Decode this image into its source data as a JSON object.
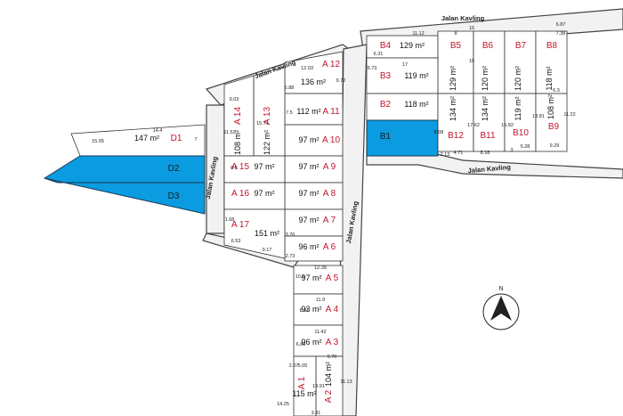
{
  "plan": {
    "roads": [
      "Jalan Kavling",
      "Jalan Kavling",
      "Jalan Kavling",
      "Jalan Kavling",
      "Jalan Kavling"
    ],
    "compass_label": "N",
    "lots": [
      {
        "label": "B4",
        "area": "129 m²"
      },
      {
        "label": "B5",
        "area": "129 m²"
      },
      {
        "label": "B6",
        "area": "120 m²"
      },
      {
        "label": "B7",
        "area": "120 m²"
      },
      {
        "label": "B8",
        "area": "118 m²"
      },
      {
        "label": "B3",
        "area": "119 m²"
      },
      {
        "label": "B2",
        "area": "118 m²"
      },
      {
        "label": "B1",
        "area": ""
      },
      {
        "label": "B12",
        "area": "134 m²"
      },
      {
        "label": "B11",
        "area": "134 m²"
      },
      {
        "label": "B10",
        "area": "119 m²"
      },
      {
        "label": "B9",
        "area": "108 m²"
      },
      {
        "label": "A 12",
        "area": "136 m²"
      },
      {
        "label": "A 11",
        "area": "112 m²"
      },
      {
        "label": "A 10",
        "area": "97 m²"
      },
      {
        "label": "A 9",
        "area": "97 m²"
      },
      {
        "label": "A 8",
        "area": "97 m²"
      },
      {
        "label": "A 7",
        "area": "97 m²"
      },
      {
        "label": "A 6",
        "area": "96 m²"
      },
      {
        "label": "A 5",
        "area": "97 m²"
      },
      {
        "label": "A 4",
        "area": "93 m²"
      },
      {
        "label": "A 3",
        "area": "96 m²"
      },
      {
        "label": "A 2",
        "area": "104 m²"
      },
      {
        "label": "A 1",
        "area": "115 m²"
      },
      {
        "label": "A 13",
        "area": "122 m²"
      },
      {
        "label": "A 14",
        "area": "108 m²"
      },
      {
        "label": "A 15",
        "area": "97 m²"
      },
      {
        "label": "A 16",
        "area": "97 m²"
      },
      {
        "label": "A 17",
        "area": "151 m²"
      },
      {
        "label": "D1",
        "area": "147 m²"
      },
      {
        "label": "D2",
        "area": ""
      },
      {
        "label": "D3",
        "area": ""
      }
    ],
    "dimensions": [
      "16",
      "6.87",
      "11.12",
      "7.38",
      "5.73",
      "6.31",
      "8",
      "17",
      "15",
      "8.08",
      "17.62",
      "15.92",
      "13.81",
      "11.22",
      "6.3",
      "9.29",
      "2.13",
      "4.71",
      "8.18",
      "3",
      "5.28",
      "12.03",
      "9.72",
      "7.5",
      "5.88",
      "9.03",
      "15.71",
      "11.52",
      "14.4",
      "15.05",
      "6.5",
      "1.68",
      "6.53",
      "9.17",
      "2.73",
      "3.76",
      "12.38",
      "10.9",
      "11.9",
      "8.01",
      "11.42",
      "6.86",
      "5.05",
      "2.07",
      "13.91",
      "6.70",
      "11.13",
      "14.25",
      "3.91",
      "7"
    ]
  }
}
